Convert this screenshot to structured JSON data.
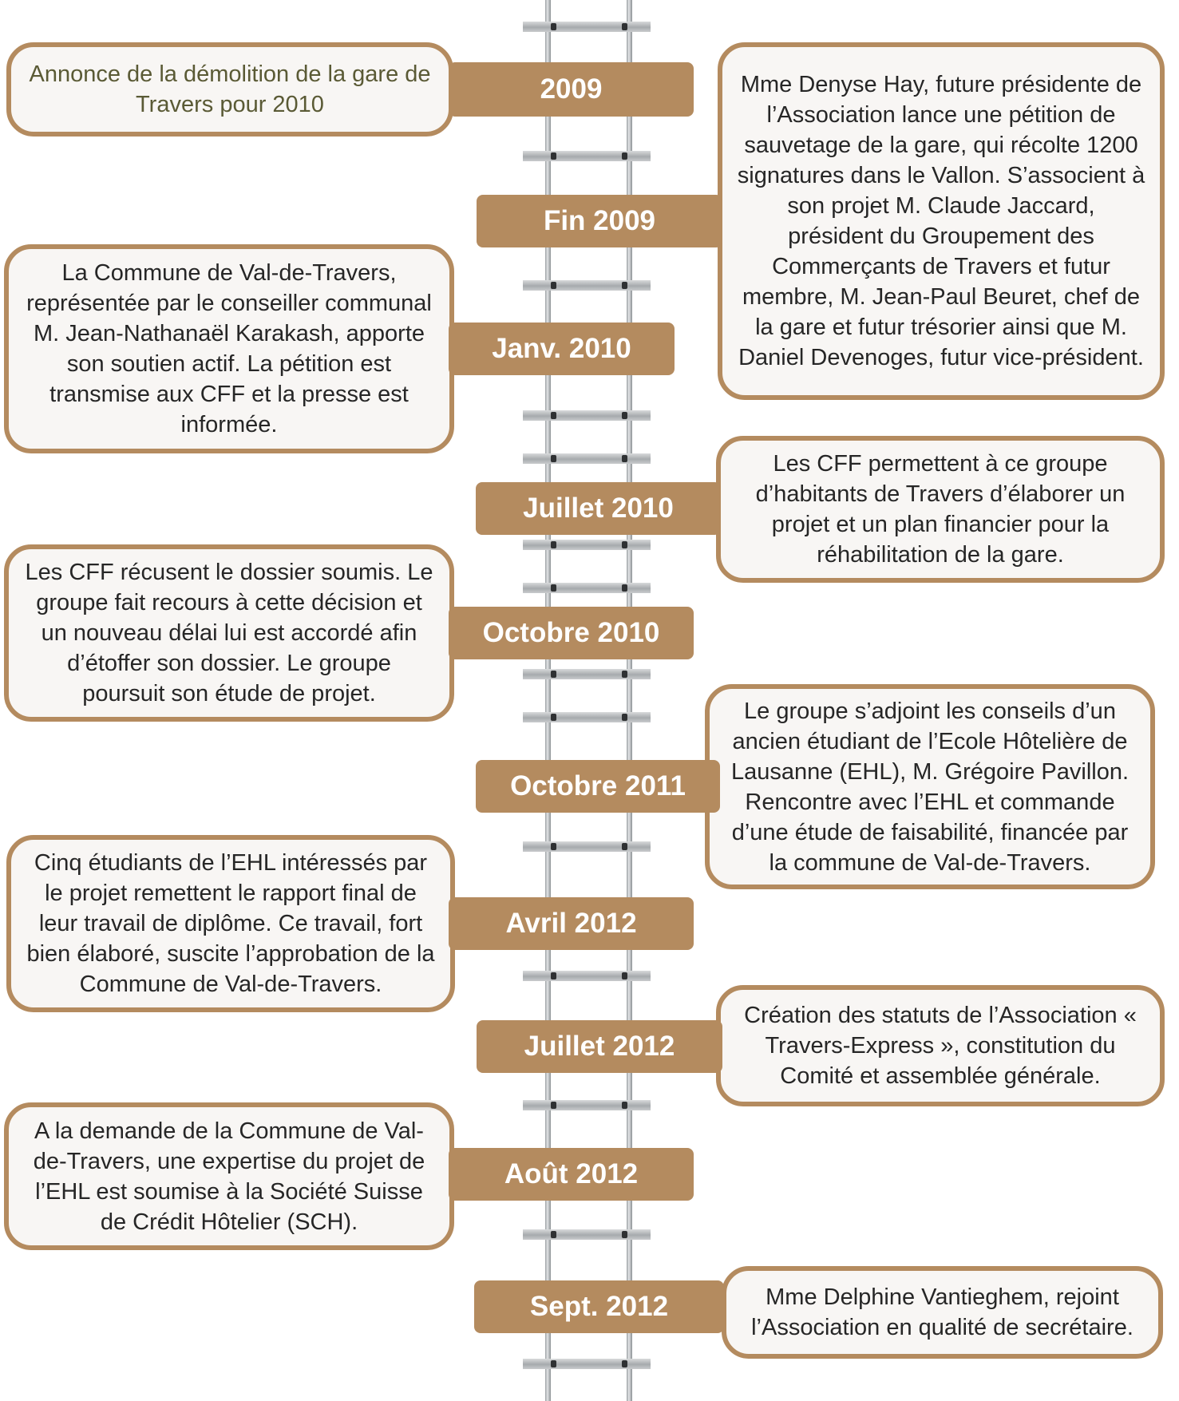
{
  "colors": {
    "accent": "#b48b5f",
    "box_fill": "#f8f6f4",
    "first_text": "#5a5a35"
  },
  "timeline": [
    {
      "date": "2009",
      "text": "Annonce de la démolition de la gare de Travers pour 2010"
    },
    {
      "date": "Fin 2009",
      "text": "Mme Denyse Hay, future présidente de l’Association lance une pétition de sauvetage de la gare, qui récolte 1200 signatures dans le Vallon. S’associent à son projet M. Claude Jaccard, président du Groupement des Commerçants de Travers et futur membre, M. Jean-Paul Beuret, chef de la gare et futur trésorier ainsi que M. Daniel Devenoges, futur vice-président."
    },
    {
      "date": "Janv. 2010",
      "text": "La Commune de Val-de-Travers, représentée par le conseiller communal M. Jean-Nathanaël Karakash, apporte son soutien actif. La pétition est transmise aux CFF et la presse est informée."
    },
    {
      "date": "Juillet 2010",
      "text": "Les CFF permettent à ce groupe d’habitants de Travers d’élaborer un projet et un plan financier pour la réhabilitation de la gare."
    },
    {
      "date": "Octobre 2010",
      "text": "Les CFF récusent le dossier soumis. Le groupe fait recours à cette décision et un nouveau délai lui est accordé afin d’étoffer son dossier. Le groupe poursuit son étude de projet."
    },
    {
      "date": "Octobre 2011",
      "text": "Le groupe s’adjoint les conseils d’un ancien étudiant de l’Ecole Hôtelière de Lausanne (EHL), M. Grégoire Pavillon. Rencontre avec l’EHL et commande d’une étude de faisabilité, financée par la commune de Val-de-Travers."
    },
    {
      "date": "Avril 2012",
      "text": "Cinq étudiants de l’EHL intéressés par le projet remettent le rapport final de leur travail de diplôme. Ce travail, fort bien élaboré, suscite l’approbation de la Commune de Val-de-Travers."
    },
    {
      "date": "Juillet 2012",
      "text": "Création des statuts de l’Association « Travers-Express », constitution du Comité et assemblée générale."
    },
    {
      "date": "Août 2012",
      "text": "A la demande de la Commune de Val-de-Travers, une expertise du projet de l’EHL est soumise à la Société Suisse de Crédit Hôtelier (SCH)."
    },
    {
      "date": "Sept. 2012",
      "text": "Mme Delphine Vantieghem, rejoint l’Association en qualité de secrétaire."
    }
  ]
}
